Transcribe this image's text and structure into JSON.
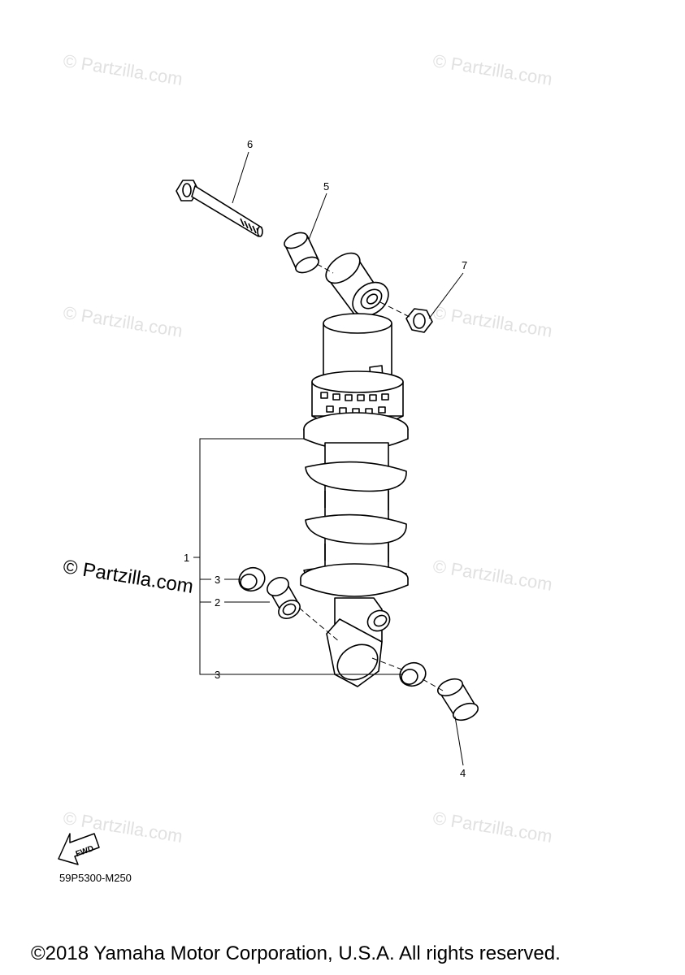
{
  "watermark": {
    "text": "© Partzilla.com",
    "color": "#e1e1e1"
  },
  "callouts": {
    "c1": "1",
    "c2": "2",
    "c3a": "3",
    "c3b": "3",
    "c4": "4",
    "c5": "5",
    "c6": "6",
    "c7": "7"
  },
  "fwd_label": "FWD",
  "ref_code": "59P5300-M250",
  "copyright": "©2018 Yamaha Motor Corporation, U.S.A. All rights reserved."
}
